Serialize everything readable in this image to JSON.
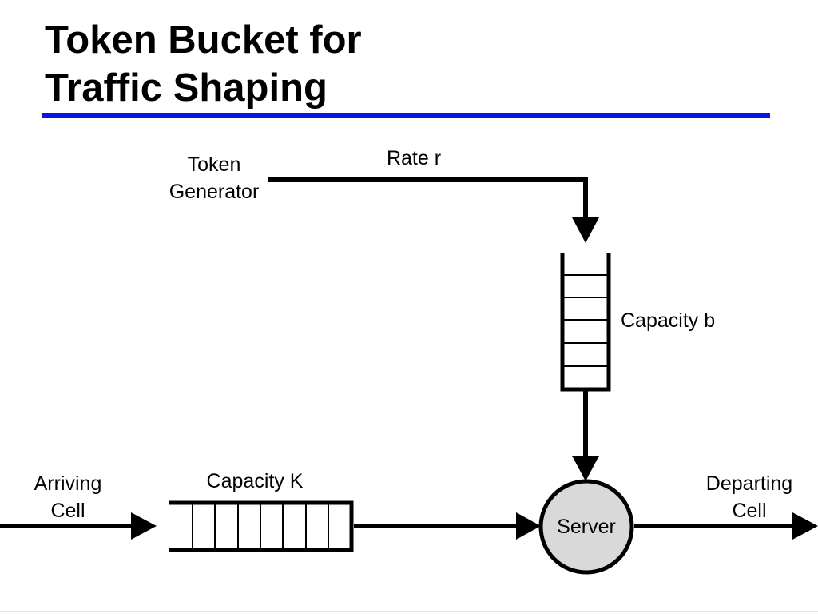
{
  "slide": {
    "title_line1": "Token Bucket for",
    "title_line2": "Traffic Shaping",
    "accent_color": "#0a14e6"
  },
  "diagram": {
    "token_generator_line1": "Token",
    "token_generator_line2": "Generator",
    "rate_label": "Rate r",
    "token_bucket_label": "Capacity b",
    "cell_queue_label": "Capacity K",
    "arriving_line1": "Arriving",
    "arriving_line2": "Cell",
    "departing_line1": "Departing",
    "departing_line2": "Cell",
    "server_label": "Server",
    "server_fill": "#d9d9d9"
  }
}
